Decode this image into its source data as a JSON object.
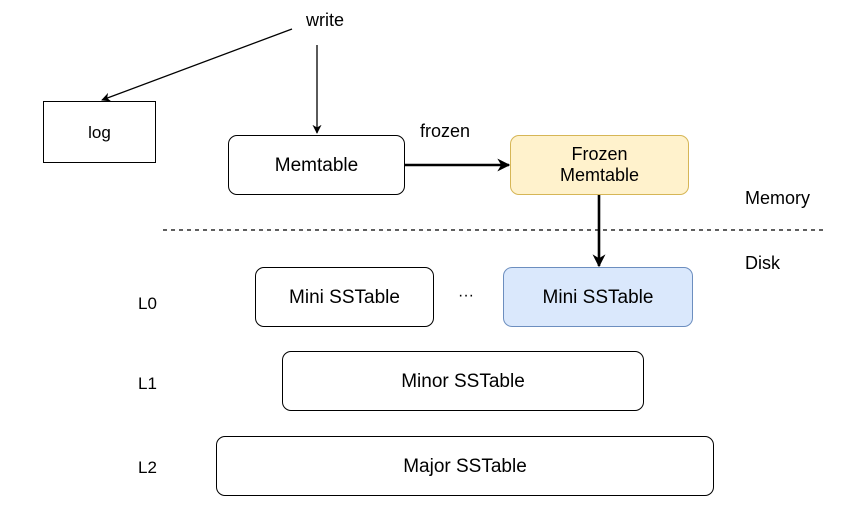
{
  "labels": {
    "write": "write",
    "frozen": "frozen",
    "memory": "Memory",
    "disk": "Disk",
    "ellipsis": "···",
    "level0": "L0",
    "level1": "L1",
    "level2": "L2"
  },
  "boxes": {
    "log": "log",
    "memtable": "Memtable",
    "frozen_memtable_line1": "Frozen",
    "frozen_memtable_line2": "Memtable",
    "mini_sstable_left": "Mini SSTable",
    "mini_sstable_right": "Mini SSTable",
    "minor_sstable": "Minor SSTable",
    "major_sstable": "Major SSTable"
  },
  "colors": {
    "frozen_fill": "#fff2cc",
    "frozen_stroke": "#d6b656",
    "mini_fill": "#dae8fc",
    "mini_stroke": "#6c8ebf",
    "line": "#000000"
  }
}
